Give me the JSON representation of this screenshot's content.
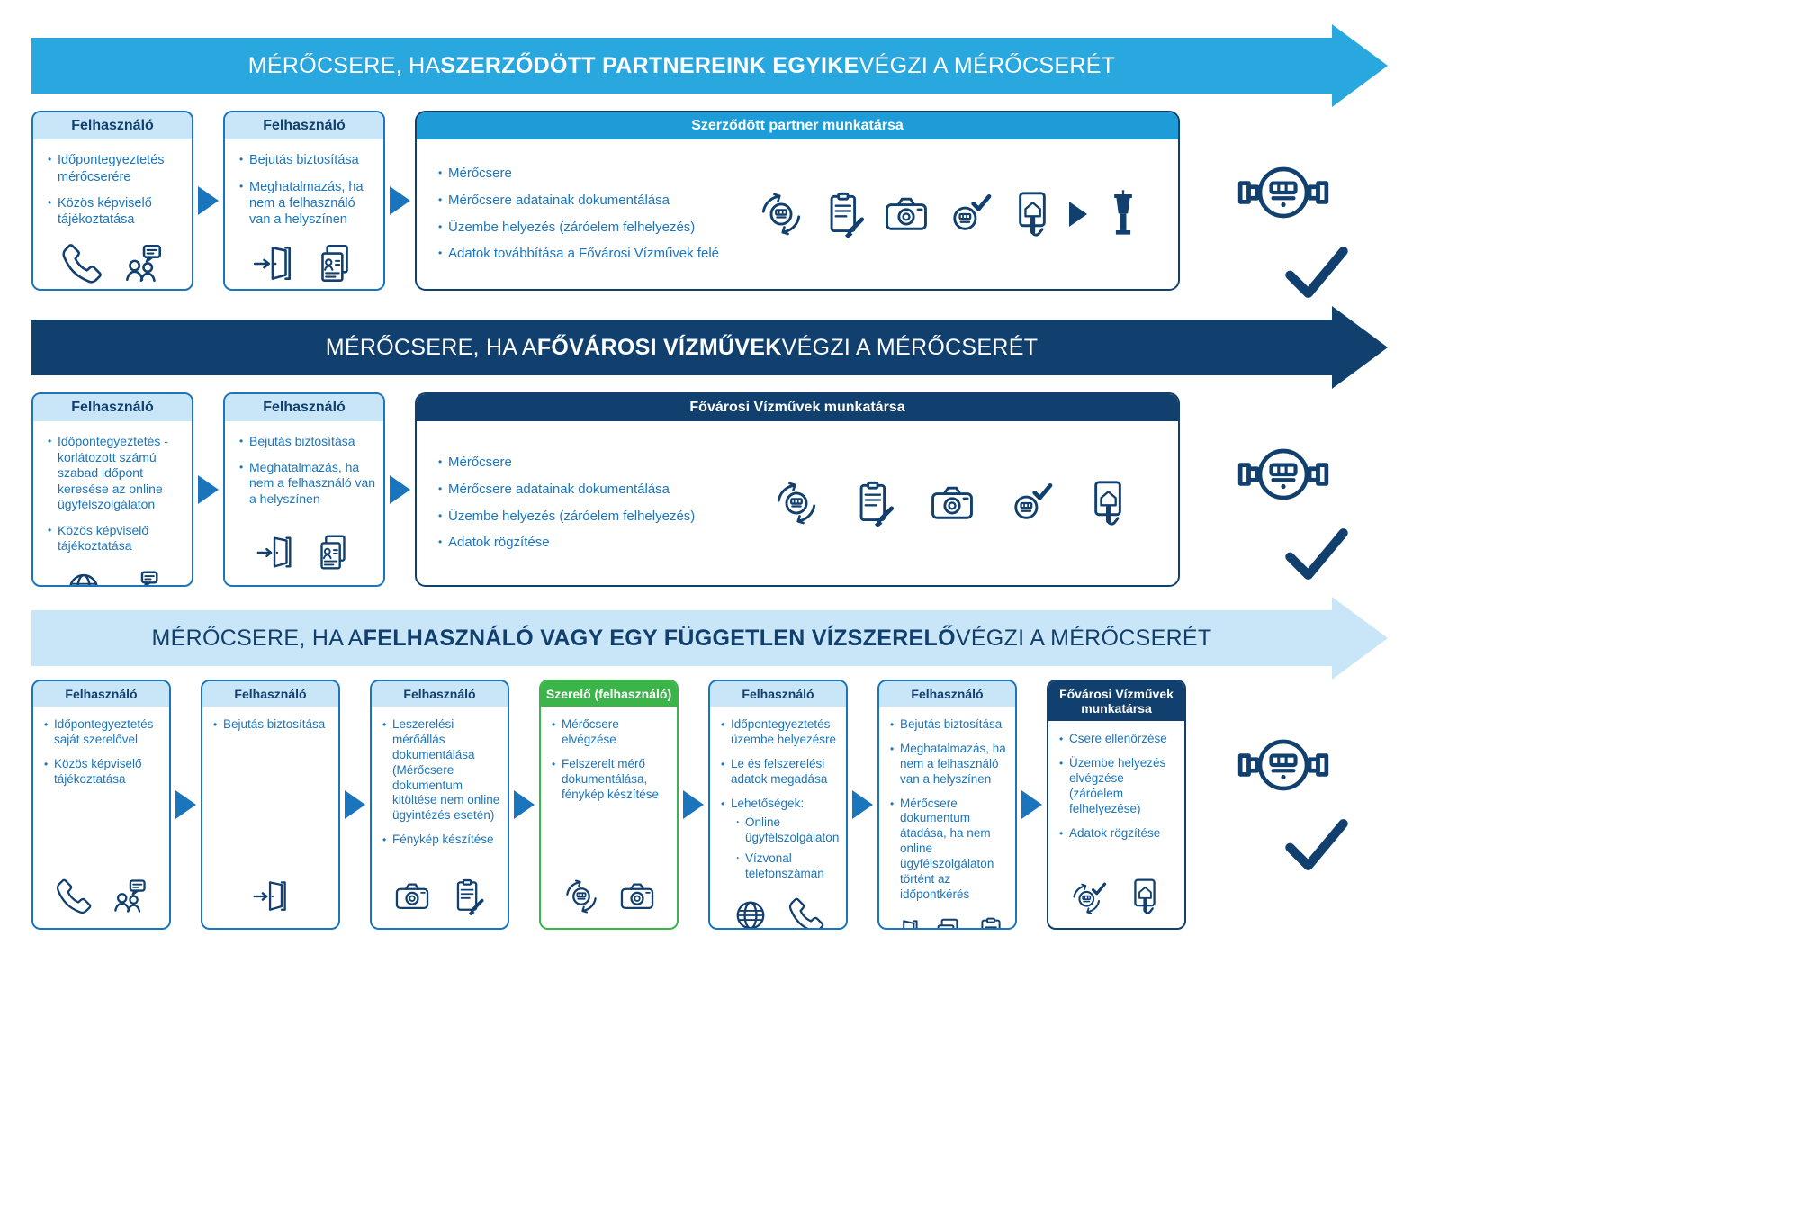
{
  "colors": {
    "navy": "#11406F",
    "blue": "#1B75BC",
    "light_blue": "#29A8E0",
    "mid_blue": "#1E9CD8",
    "pale_blue": "#C8E6F7",
    "green": "#3BB54A",
    "white": "#FFFFFF"
  },
  "sections": [
    {
      "banner": {
        "pre": "MÉRŐCSERE, HA ",
        "bold": "SZERZŐDÖTT PARTNEREINK EGYIKE",
        "post": " VÉGZI A MÉRŐCSERÉT"
      },
      "cards": [
        {
          "header": "Felhasználó",
          "bullets": [
            "Időpontegyeztetés mérőcserére",
            "Közös képviselő tájékoztatása"
          ],
          "icons": [
            "phone-icon",
            "people-chat-icon"
          ]
        },
        {
          "header": "Felhasználó",
          "bullets": [
            "Bejutás biztosítása",
            "Meghatalmazás, ha nem a felhasználó van a helyszínen"
          ],
          "icons": [
            "door-enter-icon",
            "authorization-documents-icon"
          ]
        },
        {
          "header": "Szerződött partner munkatársa",
          "bullets": [
            "Mérőcsere",
            "Mérőcsere adatainak dokumentálása",
            "Üzembe helyezés (záróelem felhelyezés)",
            "Adatok továbbítása a Fővárosi Vízművek felé"
          ],
          "icons": [
            "meter-swap-icon",
            "clipboard-pencil-icon",
            "camera-icon",
            "meter-check-icon",
            "tablet-house-hand-icon",
            "arrow-right-icon",
            "water-tower-icon"
          ]
        }
      ],
      "result_icons": [
        "water-meter-icon",
        "check-icon"
      ]
    },
    {
      "banner": {
        "pre": "MÉRŐCSERE, HA A ",
        "bold": "FŐVÁROSI VÍZMŰVEK",
        "post": " VÉGZI A MÉRŐCSERÉT"
      },
      "cards": [
        {
          "header": "Felhasználó",
          "bullets": [
            "Időpontegyeztetés - korlátozott számú szabad időpont keresése az online ügyfélszolgálaton",
            "Közös képviselő tájékoztatása"
          ],
          "icons": [
            "globe-icon",
            "people-chat-icon"
          ]
        },
        {
          "header": "Felhasználó",
          "bullets": [
            "Bejutás biztosítása",
            "Meghatalmazás, ha nem a felhasználó van a helyszínen"
          ],
          "icons": [
            "door-enter-icon",
            "authorization-documents-icon"
          ]
        },
        {
          "header": "Fővárosi Vízművek munkatársa",
          "bullets": [
            "Mérőcsere",
            "Mérőcsere adatainak dokumentálása",
            "Üzembe helyezés (záróelem felhelyezés)",
            "Adatok rögzítése"
          ],
          "icons": [
            "meter-swap-icon",
            "clipboard-pencil-icon",
            "camera-icon",
            "meter-check-icon",
            "tablet-house-hand-icon"
          ]
        }
      ],
      "result_icons": [
        "water-meter-icon",
        "check-icon"
      ]
    },
    {
      "banner": {
        "pre": "MÉRŐCSERE, HA A ",
        "bold": "FELHASZNÁLÓ VAGY EGY FÜGGETLEN VÍZSZERELŐ",
        "post": " VÉGZI A MÉRŐCSERÉT"
      },
      "cards": [
        {
          "header": "Felhasználó",
          "bullets": [
            "Időpontegyeztetés saját szerelővel",
            "Közös képviselő tájékoztatása"
          ],
          "icons": [
            "phone-icon",
            "people-chat-icon"
          ]
        },
        {
          "header": "Felhasználó",
          "bullets": [
            "Bejutás biztosítása"
          ],
          "icons": [
            "door-enter-icon"
          ]
        },
        {
          "header": "Felhasználó",
          "bullets": [
            "Leszerelési mérőállás dokumentálása (Mérőcsere dokumentum kitöltése nem online ügyintézés esetén)",
            "Fénykép készítése"
          ],
          "icons": [
            "camera-icon",
            "clipboard-pencil-icon"
          ]
        },
        {
          "header": "Szerelő (felhasználó)",
          "bullets": [
            "Mérőcsere elvégzése",
            "Felszerelt mérő dokumentálása, fénykép készítése"
          ],
          "icons": [
            "meter-swap-icon",
            "camera-icon"
          ]
        },
        {
          "header": "Felhasználó",
          "bullets": [
            "Időpontegyeztetés üzembe helyezésre",
            "Le és felszerelési adatok megadása",
            "Lehetőségek:"
          ],
          "options": [
            "Online ügyfélszolgálaton",
            "Vízvonal telefonszámán"
          ],
          "icons": [
            "globe-icon",
            "phone-icon"
          ]
        },
        {
          "header": "Felhasználó",
          "bullets": [
            "Bejutás biztosítása",
            "Meghatalmazás, ha nem a felhasználó van a helyszínen",
            "Mérőcsere dokumentum átadása, ha nem online ügyfélszolgálaton történt az időpontkérés"
          ],
          "icons": [
            "door-enter-icon",
            "authorization-documents-icon",
            "clipboard-icon"
          ]
        },
        {
          "header": "Fővárosi Vízművek munkatársa",
          "bullets": [
            "Csere ellenőrzése",
            "Üzembe helyezés elvégzése (záróelem felhelyezése)",
            "Adatok rögzítése"
          ],
          "icons": [
            "meter-swap-check-icon",
            "tablet-house-hand-icon"
          ]
        }
      ],
      "result_icons": [
        "water-meter-icon",
        "check-icon"
      ]
    }
  ]
}
